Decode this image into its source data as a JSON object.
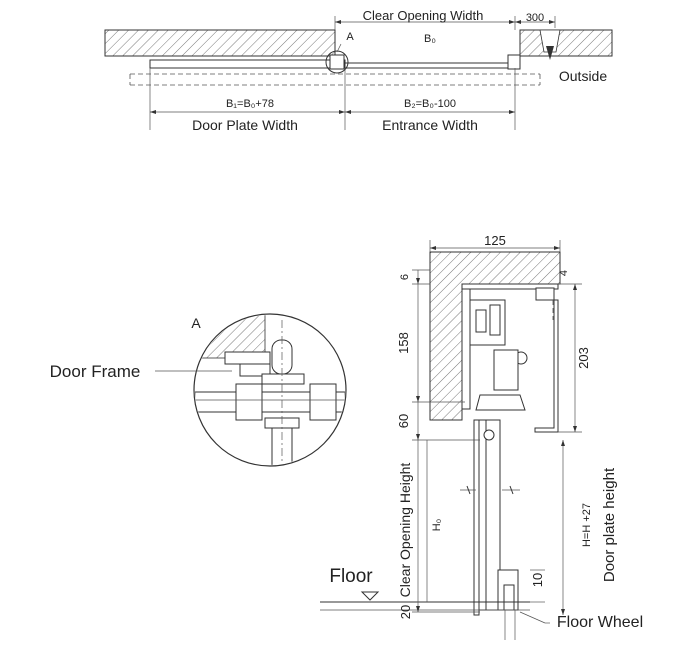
{
  "plan_view": {
    "clear_opening_width": "Clear Opening Width",
    "dim_300": "300",
    "b0": "B₀",
    "detail_ref": "A",
    "outside": "Outside",
    "b1_formula": "B₁=B₀+78",
    "b2_formula": "B₂=B₀-100",
    "door_plate_width": "Door Plate Width",
    "entrance_width": "Entrance Width"
  },
  "detail_view": {
    "label": "A",
    "door_frame": "Door Frame"
  },
  "section_view": {
    "dim_125": "125",
    "dim_6": "6",
    "dim_4": "4",
    "dim_158": "158",
    "dim_203": "203",
    "dim_60": "60",
    "clear_opening_height": "Clear Opening Height",
    "h0": "H₀",
    "h_formula": "H=H +27",
    "door_plate_height": "Door plate height",
    "floor": "Floor",
    "dim_10": "10",
    "dim_20": "20",
    "floor_wheel": "Floor Wheel"
  }
}
